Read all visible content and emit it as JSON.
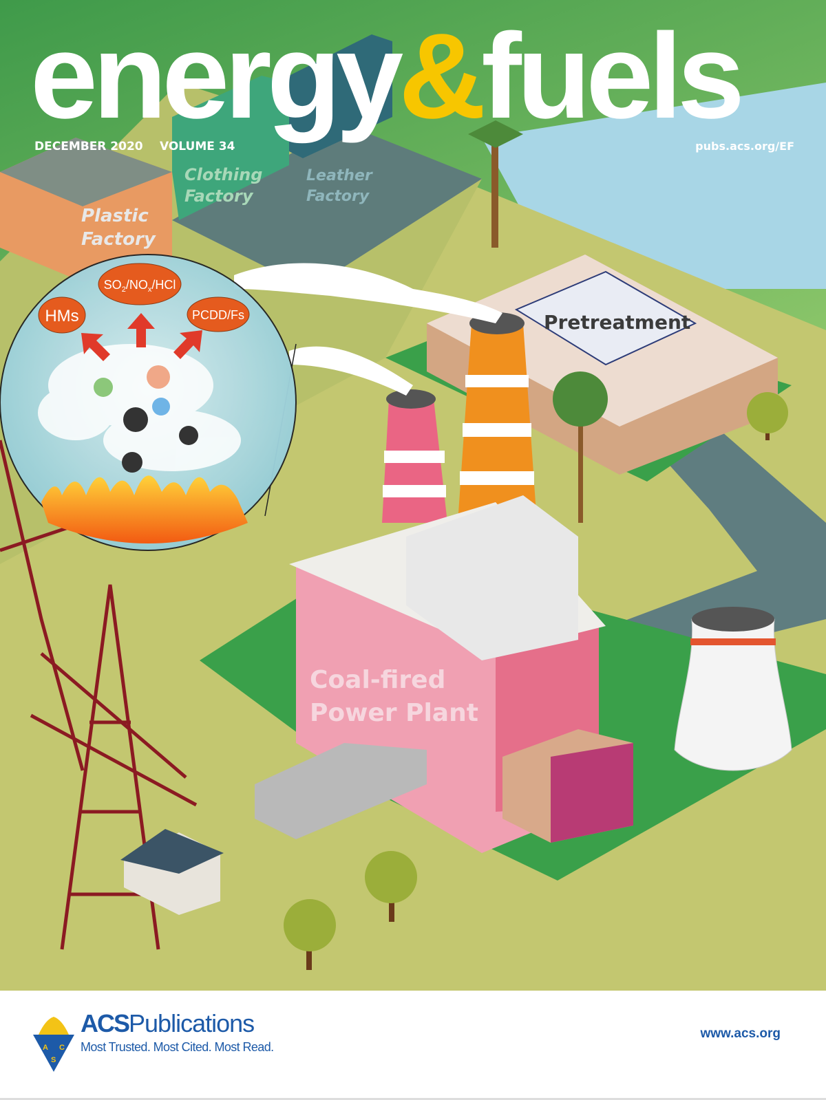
{
  "masthead": {
    "word1": "energy",
    "amp": "&",
    "word2": "fuels"
  },
  "issue": {
    "date": "DECEMBER 2020",
    "volume": "VOLUME 34",
    "url": "pubs.acs.org/EF"
  },
  "illustration": {
    "factories": [
      "Plastic",
      "Factory",
      "Clothing",
      "Factory",
      "Leather",
      "Factory"
    ],
    "pretreatment": "Pretreatment",
    "plant": [
      "Coal-fired",
      "Power Plant"
    ],
    "pollutants": {
      "left": "HMs",
      "center_parts": [
        "SO",
        "2",
        "/NO",
        "x",
        "/HCl"
      ],
      "right": "PCDD/Fs"
    }
  },
  "footer": {
    "logo_letters": "ACS",
    "brand_bold": "ACS",
    "brand_rest": "Publications",
    "tagline": "Most Trusted. Most Cited. Most Read.",
    "url": "www.acs.org"
  },
  "colors": {
    "sky_top": "#4ea24f",
    "ground": "#c3c770",
    "accent_amp": "#f7c600",
    "acs_blue": "#1d5aa8",
    "plant_pink": "#ef9fb1"
  }
}
